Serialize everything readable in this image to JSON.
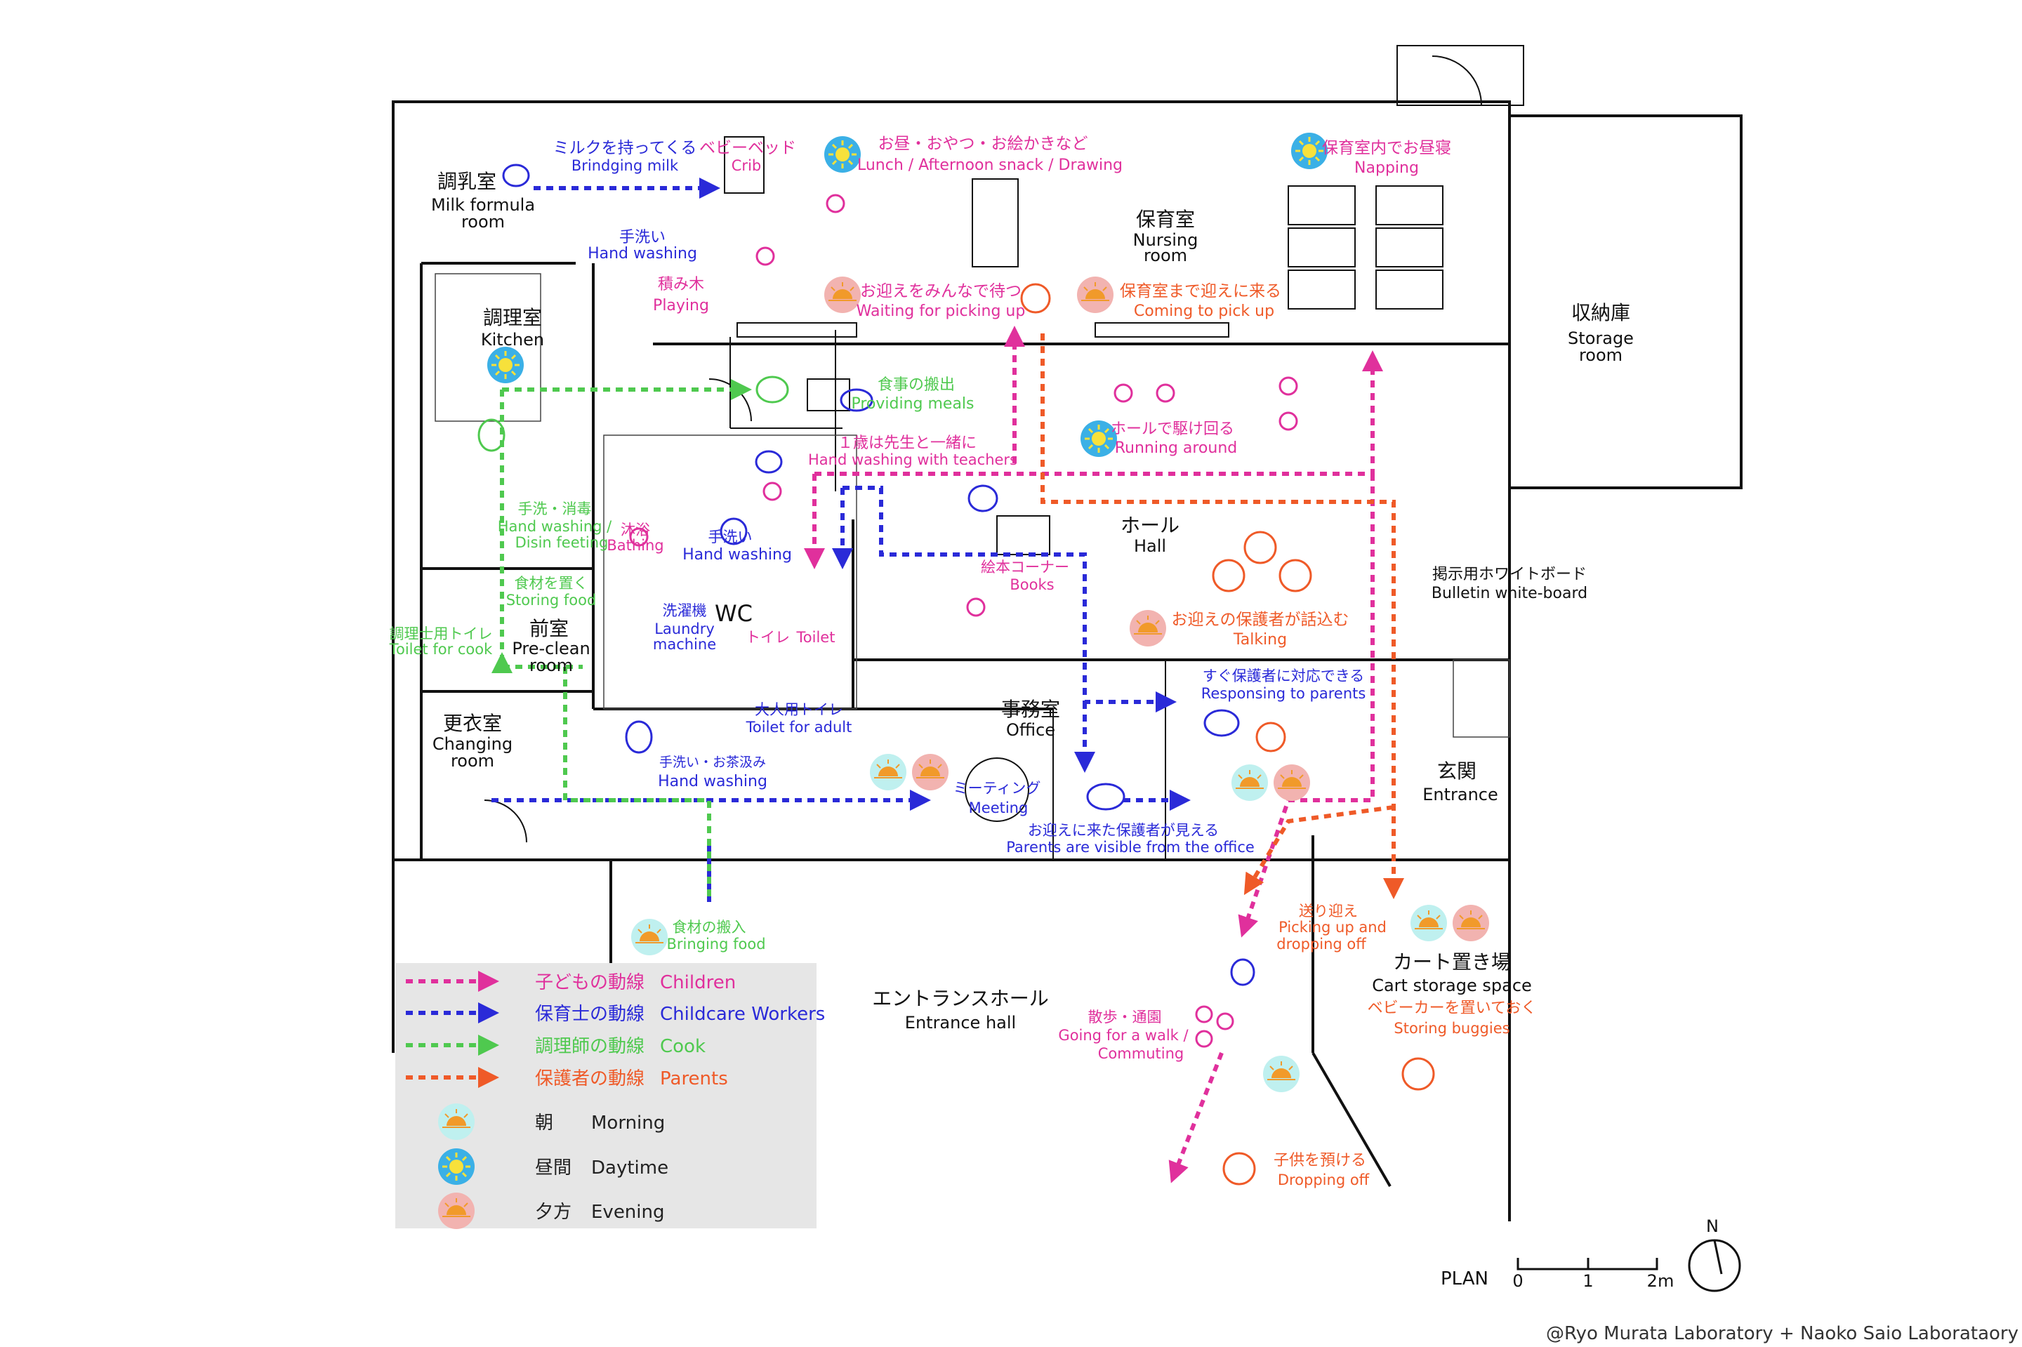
{
  "rooms": {
    "milk_jp": "調乳室",
    "milk_en1": "Milk formula",
    "milk_en2": "room",
    "kitchen_jp": "調理室",
    "kitchen_en": "Kitchen",
    "preclean_jp": "前室",
    "preclean_en1": "Pre-clean",
    "preclean_en2": "room",
    "changing_jp": "更衣室",
    "changing_en1": "Changing",
    "changing_en2": "room",
    "nursing_jp": "保育室",
    "nursing_en1": "Nursing",
    "nursing_en2": "room",
    "storage_jp": "収納庫",
    "storage_en1": "Storage",
    "storage_en2": "room",
    "hall_jp": "ホール",
    "hall_en": "Hall",
    "wc": "WC",
    "office_jp": "事務室",
    "office_en": "Office",
    "entrance_jp": "玄関",
    "entrance_en": "Entrance",
    "cart_jp": "カート置き場",
    "cart_en": "Cart storage space",
    "entrance_hall_jp": "エントランスホール",
    "entrance_hall_en": "Entrance hall",
    "bulletin_jp": "掲示用ホワイトボード",
    "bulletin_en": "Bulletin white-board"
  },
  "activities": {
    "milk_jp": "ミルクを持ってくる",
    "milk_en": "Brindging milk",
    "crib_jp": "ベビーベッド",
    "crib_en": "Crib",
    "lunch_jp": "お昼・おやつ・お絵かきなど",
    "lunch_en": "Lunch / Afternoon snack / Drawing",
    "nap_jp": "保育室内でお昼寝",
    "nap_en": "Napping",
    "handwash1_jp": "手洗い",
    "handwash1_en": "Hand washing",
    "blocks_jp": "積み木",
    "blocks_en": "Playing",
    "waiting_jp": "お迎えをみんなで待つ",
    "waiting_en": "Waiting  for picking up",
    "coming_jp": "保育室まで迎えに来る",
    "coming_en": "Coming to pick up",
    "meals_jp": "食事の搬出",
    "meals_en": "Providing meals",
    "teachers_jp": "１歳は先生と一緒に",
    "teachers_en": "Hand washing with teachers",
    "running_jp": "ホールで駆け回る",
    "running_en": "Running around",
    "disin_jp": "手洗・消毒",
    "disin_en1": "Hand washing /",
    "disin_en2": "Disin feeting",
    "bath_jp": "沐浴",
    "bath_en": "Bathing",
    "handwash2_jp": "手洗い",
    "handwash2_en": "Hand washing",
    "books_jp": "絵本コーナー",
    "books_en": "Books",
    "storing_jp": "食材を置く",
    "storing_en": "Storing food",
    "laundry_jp": "洗濯機",
    "laundry_en1": "Laundry",
    "laundry_en2": "machine",
    "toilet_jp": "トイレ",
    "toilet_en": "Toilet",
    "talking_jp": "お迎えの保護者が話込む",
    "talking_en": "Talking",
    "cooktoilet_jp": "調理士用トイレ",
    "cooktoilet_en": "Toilet  for cook",
    "adulttoilet_jp": "大人用トイレ",
    "adulttoilet_en": "Toilet for adult",
    "responding_jp": "すぐ保護者に対応できる",
    "responding_en": "Responsing to parents",
    "tea_jp": "手洗い・お茶汲み",
    "tea_en": "Hand washing",
    "meeting_jp": "ミーティング",
    "meeting_en": "Meeting",
    "visible_jp": "お迎えに来た保護者が見える",
    "visible_en": "Parents are visible from the office",
    "pickdrop_jp": "送り迎え",
    "pickdrop_en1": "Picking up and",
    "pickdrop_en2": "dropping off",
    "bringing_jp": "食材の搬入",
    "bringing_en": "Bringing food",
    "walk_jp": "散歩・通園",
    "walk_en1": "Going for a walk /",
    "walk_en2": "Commuting",
    "buggies_jp": "ベビーカーを置いておく",
    "buggies_en": "Storing  buggies",
    "dropping_jp": "子供を預ける",
    "dropping_en": "Dropping off"
  },
  "legend": {
    "children_jp": "子どもの動線",
    "children_en": "Children",
    "workers_jp": "保育士の動線",
    "workers_en": "Childcare Workers",
    "cook_jp": "調理師の動線",
    "cook_en": "Cook",
    "parents_jp": "保護者の動線",
    "parents_en": "Parents",
    "morning_jp": "朝",
    "morning_en": "Morning",
    "daytime_jp": "昼間",
    "daytime_en": "Daytime",
    "evening_jp": "夕方",
    "evening_en": "Evening"
  },
  "scale": {
    "plan": "PLAN",
    "t0": "0",
    "t1": "1",
    "t2": "2m",
    "north": "N"
  },
  "credit": "@Ryo Murata Laboratory + Naoko Saio Laborataory",
  "colors": {
    "children": "#e0309c",
    "workers": "#2a2ad8",
    "cook": "#4fc94f",
    "parents": "#ef5a28",
    "morning_bg": "#bff0ef",
    "daytime_bg": "#3bb0e6",
    "evening_bg": "#f2b3b0",
    "legend_bg": "#e6e6e6"
  }
}
